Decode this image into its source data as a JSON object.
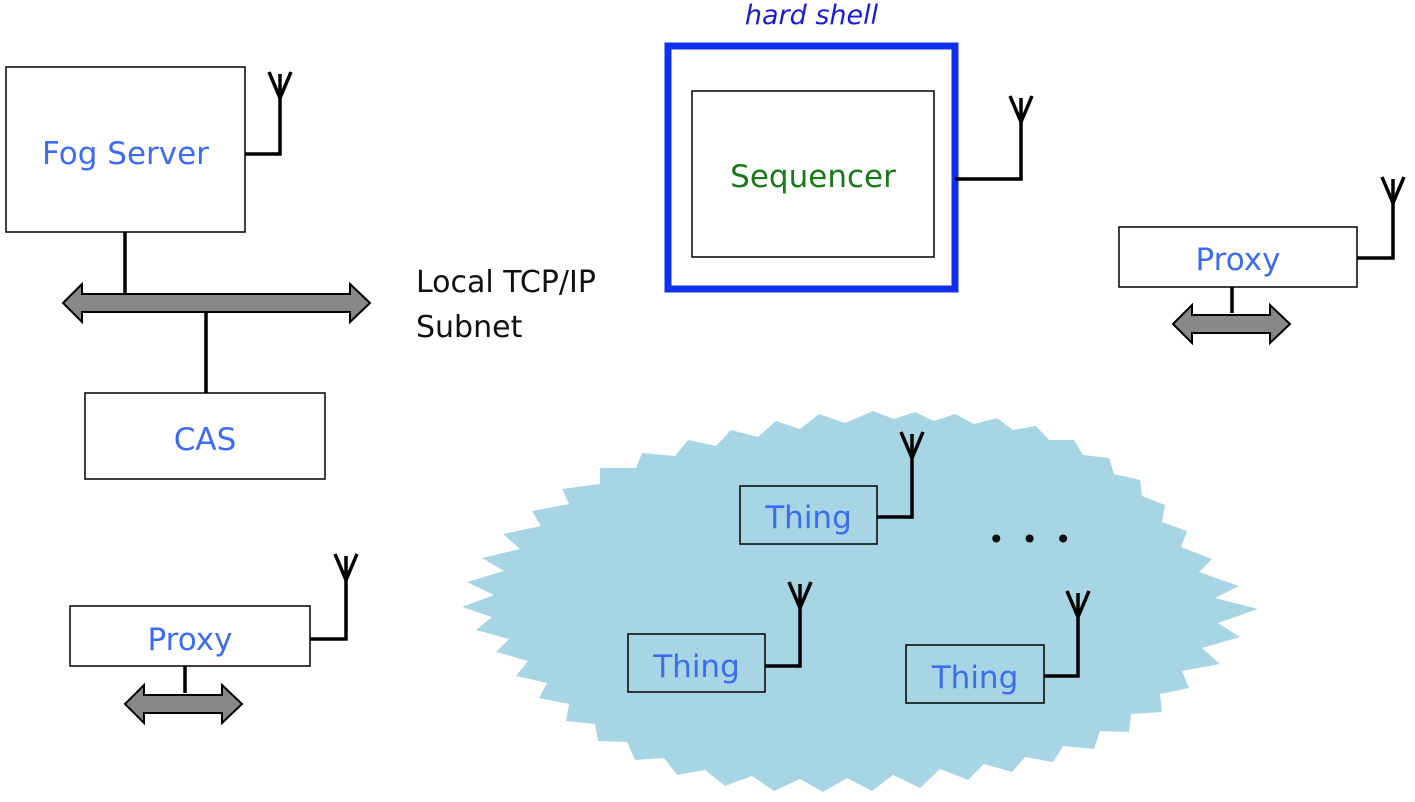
{
  "colors": {
    "label_blue": "#3d6cf0",
    "sequencer_green": "#1a7a1a",
    "shell_border": "#1030f0",
    "shell_label": "#1b1bd6",
    "cloud_fill": "#a7d5e4",
    "arrow_fill": "#888888"
  },
  "labels": {
    "fog_server": "Fog Server",
    "cas": "CAS",
    "local_subnet_line1": "Local TCP/IP",
    "local_subnet_line2": "Subnet",
    "hard_shell": "hard shell",
    "sequencer": "Sequencer",
    "proxy_right": "Proxy",
    "proxy_left": "Proxy",
    "thing_1": "Thing",
    "thing_2": "Thing",
    "thing_3": "Thing",
    "ellipsis": "• • •"
  },
  "icons": {
    "antenna": "antenna-icon",
    "double_arrow": "double-arrow-icon"
  }
}
